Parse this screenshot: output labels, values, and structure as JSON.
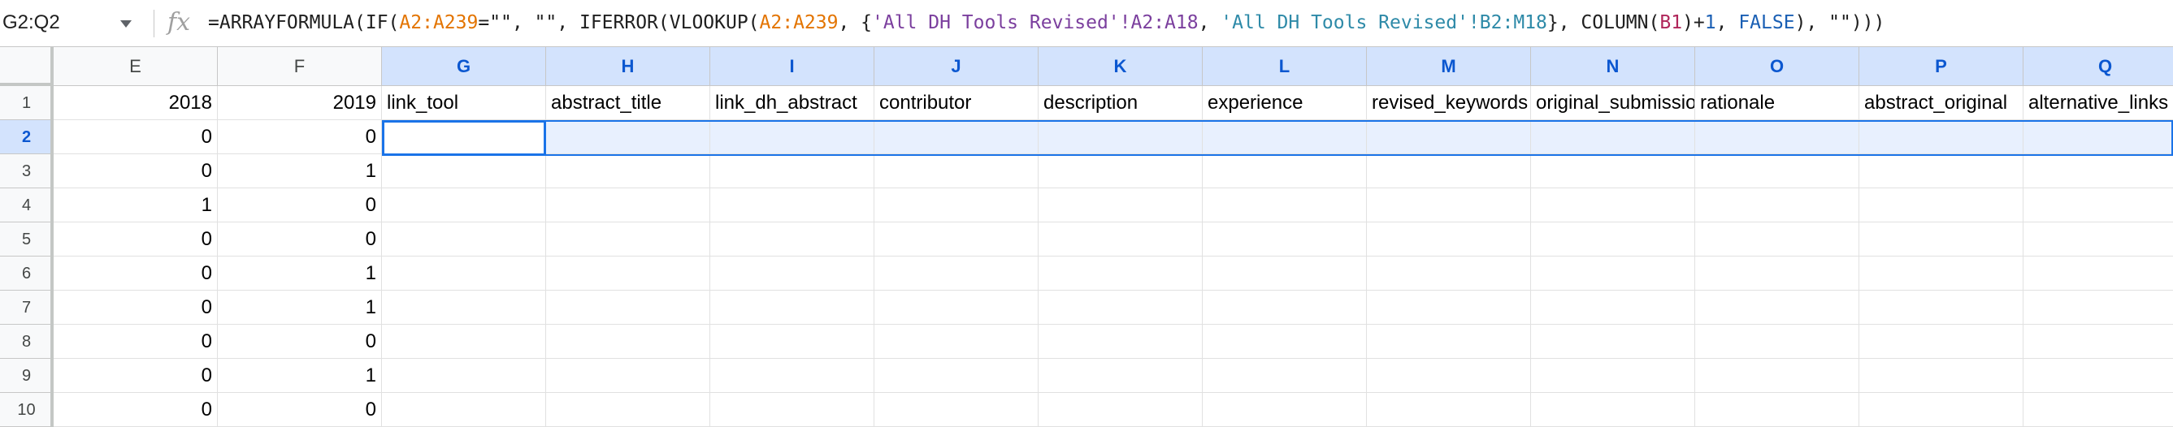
{
  "formula_bar": {
    "name_box": "G2:Q2",
    "fx_label": "fx",
    "formula_segments": [
      {
        "text": "=ARRAYFORMULA(IF(",
        "color": "default"
      },
      {
        "text": "A2:A239",
        "color": "orange"
      },
      {
        "text": "=\"\", \"\", IFERROR(VLOOKUP(",
        "color": "default"
      },
      {
        "text": "A2:A239",
        "color": "orange"
      },
      {
        "text": ", {",
        "color": "default"
      },
      {
        "text": "'All DH Tools Revised'!A2:A18",
        "color": "purple"
      },
      {
        "text": ", ",
        "color": "default"
      },
      {
        "text": "'All DH Tools Revised'!B2:M18",
        "color": "teal"
      },
      {
        "text": "}, COLUMN(",
        "color": "default"
      },
      {
        "text": "B1",
        "color": "red"
      },
      {
        "text": ")+",
        "color": "default"
      },
      {
        "text": "1",
        "color": "blue"
      },
      {
        "text": ", ",
        "color": "default"
      },
      {
        "text": "FALSE",
        "color": "blue"
      },
      {
        "text": "), \"\")))",
        "color": "default"
      }
    ]
  },
  "columns": [
    {
      "letter": "E",
      "selected": false
    },
    {
      "letter": "F",
      "selected": false
    },
    {
      "letter": "G",
      "selected": true
    },
    {
      "letter": "H",
      "selected": true
    },
    {
      "letter": "I",
      "selected": true
    },
    {
      "letter": "J",
      "selected": true
    },
    {
      "letter": "K",
      "selected": true
    },
    {
      "letter": "L",
      "selected": true
    },
    {
      "letter": "M",
      "selected": true
    },
    {
      "letter": "N",
      "selected": true
    },
    {
      "letter": "O",
      "selected": true
    },
    {
      "letter": "P",
      "selected": true
    },
    {
      "letter": "Q",
      "selected": true
    }
  ],
  "rows": [
    {
      "number": "1",
      "selected": false,
      "cells": [
        "2018",
        "2019",
        "link_tool",
        "abstract_title",
        "link_dh_abstract",
        "contributor",
        "description",
        "experience",
        "revised_keywords",
        "original_submission",
        "rationale",
        "abstract_original",
        "alternative_links"
      ]
    },
    {
      "number": "2",
      "selected": true,
      "cells": [
        "0",
        "0",
        "",
        "",
        "",
        "",
        "",
        "",
        "",
        "",
        "",
        "",
        ""
      ]
    },
    {
      "number": "3",
      "selected": false,
      "cells": [
        "0",
        "1",
        "",
        "",
        "",
        "",
        "",
        "",
        "",
        "",
        "",
        "",
        ""
      ]
    },
    {
      "number": "4",
      "selected": false,
      "cells": [
        "1",
        "0",
        "",
        "",
        "",
        "",
        "",
        "",
        "",
        "",
        "",
        "",
        ""
      ]
    },
    {
      "number": "5",
      "selected": false,
      "cells": [
        "0",
        "0",
        "",
        "",
        "",
        "",
        "",
        "",
        "",
        "",
        "",
        "",
        ""
      ]
    },
    {
      "number": "6",
      "selected": false,
      "cells": [
        "0",
        "1",
        "",
        "",
        "",
        "",
        "",
        "",
        "",
        "",
        "",
        "",
        ""
      ]
    },
    {
      "number": "7",
      "selected": false,
      "cells": [
        "0",
        "1",
        "",
        "",
        "",
        "",
        "",
        "",
        "",
        "",
        "",
        "",
        ""
      ]
    },
    {
      "number": "8",
      "selected": false,
      "cells": [
        "0",
        "0",
        "",
        "",
        "",
        "",
        "",
        "",
        "",
        "",
        "",
        "",
        ""
      ]
    },
    {
      "number": "9",
      "selected": false,
      "cells": [
        "0",
        "1",
        "",
        "",
        "",
        "",
        "",
        "",
        "",
        "",
        "",
        "",
        ""
      ]
    },
    {
      "number": "10",
      "selected": false,
      "cells": [
        "0",
        "0",
        "",
        "",
        "",
        "",
        "",
        "",
        "",
        "",
        "",
        "",
        ""
      ]
    }
  ],
  "colors": {
    "selection_header_bg": "#d3e3fd",
    "selection_accent": "#1a73e8",
    "range_fill": "#e8f0fe"
  }
}
